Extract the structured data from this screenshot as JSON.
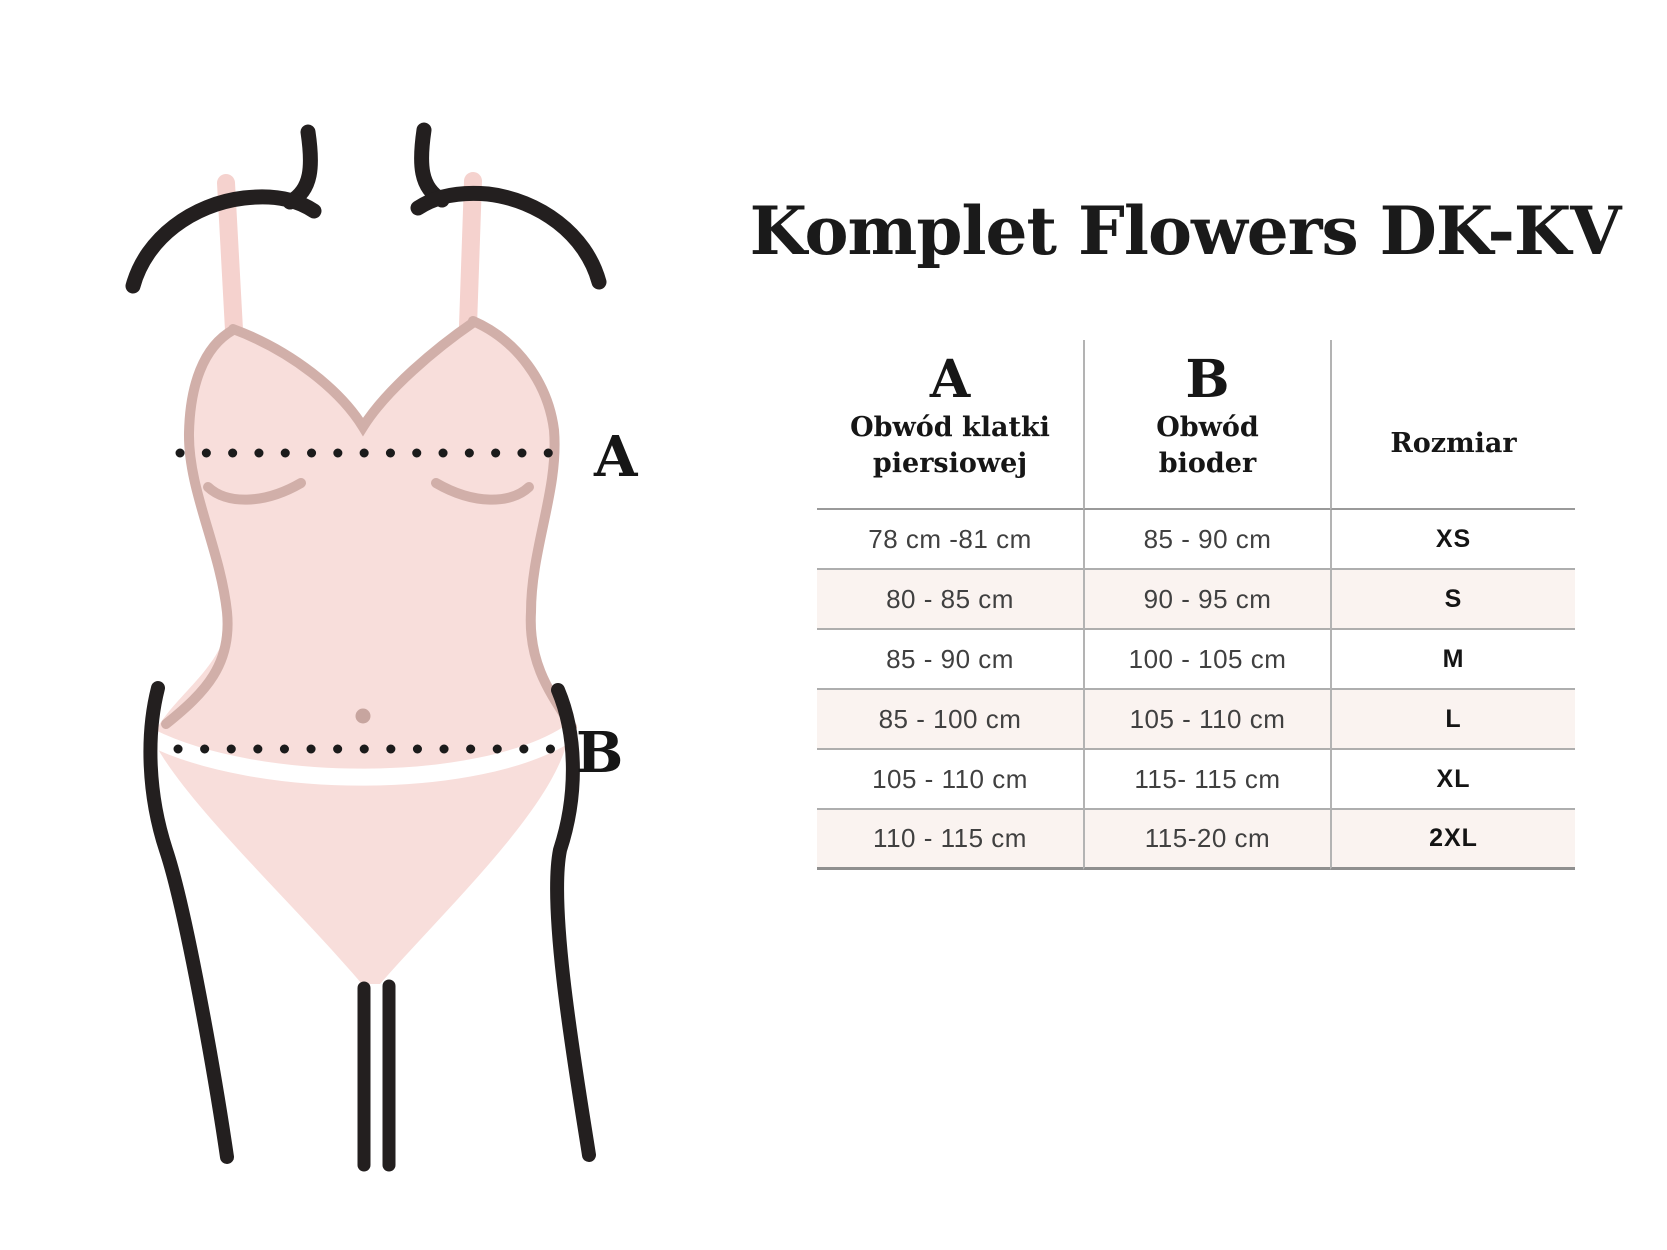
{
  "title": "Komplet Flowers DK-KV",
  "diagram": {
    "label_a": "A",
    "label_b": "B"
  },
  "table": {
    "columns": {
      "a_letter": "A",
      "a_label": "Obwód klatki piersiowej",
      "b_letter": "B",
      "b_label": "Obwód bioder",
      "size_label": "Rozmiar"
    },
    "rows": [
      {
        "a": "78 cm -81 cm",
        "b": "85 - 90 cm",
        "size": "XS"
      },
      {
        "a": "80 - 85 cm",
        "b": "90 - 95 cm",
        "size": "S"
      },
      {
        "a": "85 - 90 cm",
        "b": "100 - 105 cm",
        "size": "M"
      },
      {
        "a": "85 - 100 cm",
        "b": "105 - 110 cm",
        "size": "L"
      },
      {
        "a": "105 - 110 cm",
        "b": "115- 115 cm",
        "size": "XL"
      },
      {
        "a": "110 - 115 cm",
        "b": "115-20 cm",
        "size": "2XL"
      }
    ]
  },
  "colors": {
    "body_fill": "#f8dedb",
    "body_outline": "#d1afa9",
    "strap_pink": "#f5d2ce",
    "line_black": "#231f1f",
    "row_pink": "#faf3f0"
  }
}
